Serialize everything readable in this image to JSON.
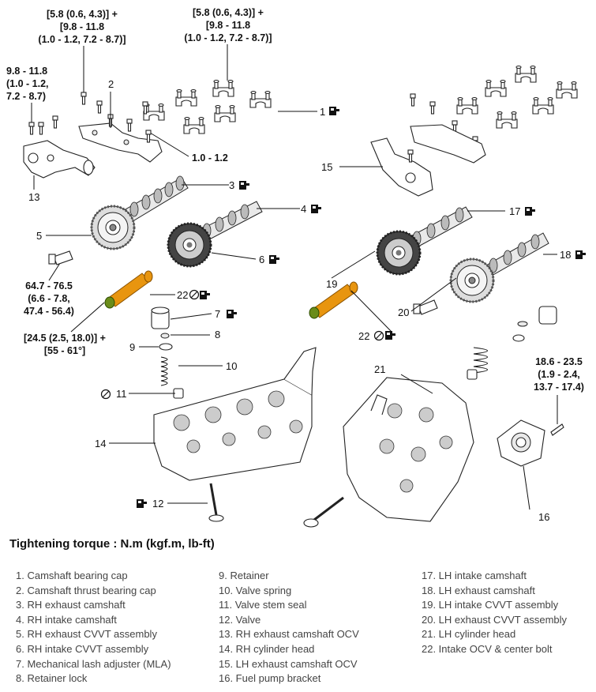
{
  "torques": {
    "t_top_left_bolt": [
      "[5.8 (0.6, 4.3)] +",
      "[9.8 - 11.8",
      "(1.0 - 1.2, 7.2 - 8.7)]"
    ],
    "t_top_right_bolt": [
      "[5.8 (0.6, 4.3)] +",
      "[9.8 - 11.8",
      "(1.0 - 1.2, 7.2 - 8.7)]"
    ],
    "t_ocv_bracket": [
      "9.8 - 11.8",
      "(1.0 - 1.2,",
      "7.2 - 8.7)"
    ],
    "t_cap_bolt": [
      "1.0 - 1.2"
    ],
    "t_cvvt_bolt": [
      "64.7 - 76.5",
      "(6.6 - 7.8,",
      "47.4 - 56.4)"
    ],
    "t_center_bolt": [
      "[24.5 (2.5, 18.0)] +",
      "[55 - 61°]"
    ],
    "t_pump_bolt": [
      "18.6 - 23.5",
      "(1.9 - 2.4,",
      "13.7 - 17.4)"
    ]
  },
  "callouts": [
    "1",
    "2",
    "3",
    "4",
    "5",
    "6",
    "7",
    "8",
    "9",
    "10",
    "11",
    "12",
    "13",
    "14",
    "15",
    "16",
    "17",
    "18",
    "19",
    "20",
    "21",
    "22",
    "22"
  ],
  "legend": {
    "title": "Tightening torque : N.m (kgf.m, lb-ft)",
    "col1": [
      "1. Camshaft bearing cap",
      "2. Camshaft thrust bearing cap",
      "3. RH exhaust camshaft",
      "4. RH intake camshaft",
      "5. RH exhaust CVVT assembly",
      "6. RH intake CVVT assembly",
      "7. Mechanical lash adjuster (MLA)",
      "8. Retainer lock"
    ],
    "col2": [
      "9. Retainer",
      "10. Valve spring",
      "11. Valve stem seal",
      "12. Valve",
      "13. RH exhaust camshaft OCV",
      "14. RH cylinder head",
      "15. LH exhaust camshaft OCV",
      "16. Fuel pump bracket"
    ],
    "col3": [
      "17. LH intake camshaft",
      "18. LH exhaust camshaft",
      "19. LH intake CVVT assembly",
      "20. LH exhaust CVVT assembly",
      "21. LH cylinder head",
      "22. Intake OCV & center bolt"
    ]
  }
}
